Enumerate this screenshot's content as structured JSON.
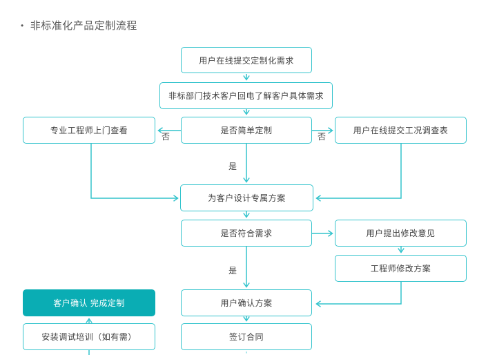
{
  "title": {
    "bullet": "•",
    "text": "非标准化产品定制流程"
  },
  "colors": {
    "line": "#32c3cc",
    "filled": "#0aadb4",
    "text": "#404040",
    "title": "#595959"
  },
  "nodes": {
    "submit_demand": {
      "label": "用户在线提交定制化需求"
    },
    "callback": {
      "label": "非标部门技术客户回电了解客户具体需求"
    },
    "engineer_visit": {
      "label": "专业工程师上门查看"
    },
    "simple_custom": {
      "label": "是否简单定制"
    },
    "survey_form": {
      "label": "用户在线提交工况调查表"
    },
    "design_plan": {
      "label": "为客户设计专属方案"
    },
    "meet_demand": {
      "label": "是否符合需求"
    },
    "revision_opinion": {
      "label": "用户提出修改意见"
    },
    "engineer_revise": {
      "label": "工程师修改方案"
    },
    "confirm_plan": {
      "label": "用户确认方案"
    },
    "sign_contract": {
      "label": "签订合同"
    },
    "custom_done": {
      "label": "客户确认 完成定制"
    },
    "install_training": {
      "label": "安装调试培训（如有需）"
    }
  },
  "edge_labels": {
    "no_left": "否",
    "no_right": "否",
    "yes_design": "是",
    "yes_confirm": "是"
  }
}
